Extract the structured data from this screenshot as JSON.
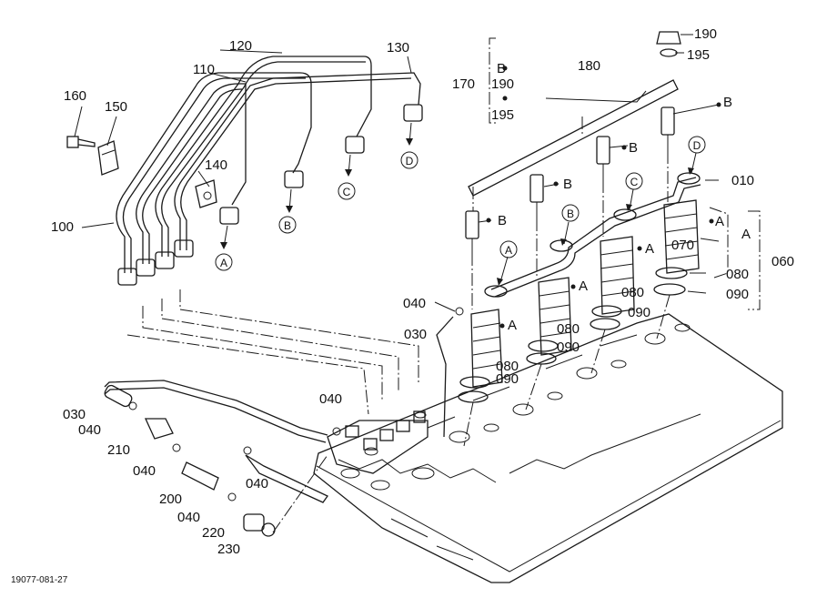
{
  "figure_code": "19077-081-27",
  "callouts": [
    {
      "id": "c160",
      "text": "160"
    },
    {
      "id": "c150",
      "text": "150"
    },
    {
      "id": "c120",
      "text": "120"
    },
    {
      "id": "c110",
      "text": "110"
    },
    {
      "id": "c130",
      "text": "130"
    },
    {
      "id": "c140",
      "text": "140"
    },
    {
      "id": "c100",
      "text": "100"
    },
    {
      "id": "c170",
      "text": "170"
    },
    {
      "id": "c190a",
      "text": "190"
    },
    {
      "id": "c195a",
      "text": "195"
    },
    {
      "id": "c180",
      "text": "180"
    },
    {
      "id": "c190b",
      "text": "190"
    },
    {
      "id": "c195b",
      "text": "195"
    },
    {
      "id": "c010",
      "text": "010"
    },
    {
      "id": "c070",
      "text": "070"
    },
    {
      "id": "c060",
      "text": "060"
    },
    {
      "id": "c080a",
      "text": "080"
    },
    {
      "id": "c090a",
      "text": "090"
    },
    {
      "id": "c080b",
      "text": "080"
    },
    {
      "id": "c090b",
      "text": "090"
    },
    {
      "id": "c080c",
      "text": "080"
    },
    {
      "id": "c090c",
      "text": "090"
    },
    {
      "id": "c080d",
      "text": "080"
    },
    {
      "id": "c090d",
      "text": "090"
    },
    {
      "id": "c040a",
      "text": "040"
    },
    {
      "id": "c030a",
      "text": "030"
    },
    {
      "id": "c040b",
      "text": "040"
    },
    {
      "id": "c030b",
      "text": "030"
    },
    {
      "id": "c040c",
      "text": "040"
    },
    {
      "id": "c210",
      "text": "210"
    },
    {
      "id": "c040d",
      "text": "040"
    },
    {
      "id": "c040e",
      "text": "040"
    },
    {
      "id": "c200",
      "text": "200"
    },
    {
      "id": "c040f",
      "text": "040"
    },
    {
      "id": "c220",
      "text": "220"
    },
    {
      "id": "c230",
      "text": "230"
    }
  ],
  "letters": [
    {
      "id": "lB1",
      "text": "B"
    },
    {
      "id": "lB2",
      "text": "B"
    },
    {
      "id": "lB3",
      "text": "B"
    },
    {
      "id": "lB4",
      "text": "B"
    },
    {
      "id": "lB5",
      "text": "B"
    },
    {
      "id": "lA1",
      "text": "A"
    },
    {
      "id": "lA2",
      "text": "A"
    },
    {
      "id": "lA3",
      "text": "A"
    },
    {
      "id": "lA4",
      "text": "A"
    },
    {
      "id": "lA5",
      "text": "A"
    }
  ],
  "circled_refs": [
    {
      "id": "cirA1",
      "text": "A"
    },
    {
      "id": "cirB1",
      "text": "B"
    },
    {
      "id": "cirC1",
      "text": "C"
    },
    {
      "id": "cirD1",
      "text": "D"
    },
    {
      "id": "cirA2",
      "text": "A"
    },
    {
      "id": "cirB2",
      "text": "B"
    },
    {
      "id": "cirC2",
      "text": "C"
    },
    {
      "id": "cirD2",
      "text": "D"
    }
  ]
}
